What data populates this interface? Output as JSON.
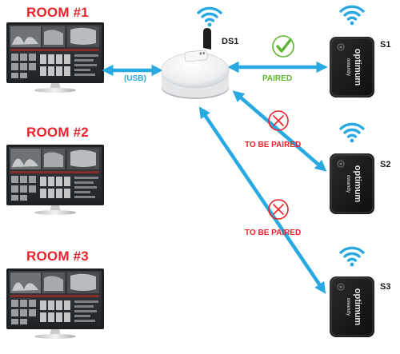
{
  "rooms": [
    {
      "title": "ROOM #1"
    },
    {
      "title": "ROOM #2"
    },
    {
      "title": "ROOM #3"
    }
  ],
  "hub": {
    "label": "DS1",
    "icon": "wifi-icon"
  },
  "sensors": [
    {
      "label": "S1",
      "icon": "wifi-icon"
    },
    {
      "label": "S2",
      "icon": "wifi-icon"
    },
    {
      "label": "S3",
      "icon": "wifi-icon"
    }
  ],
  "connections": {
    "usb_label": "(USB)",
    "paired_label": "PAIRED",
    "to_be_paired_label_1": "TO BE PAIRED",
    "to_be_paired_label_2": "TO BE PAIRED"
  },
  "sensor_print": {
    "brand": "optimum",
    "sub": "owandy"
  },
  "colors": {
    "room_title": "#e8232a",
    "arrow": "#29a9e1",
    "paired": "#5cb531",
    "unpaired": "#e8232a",
    "sensor_body": "#1b1b1b"
  }
}
